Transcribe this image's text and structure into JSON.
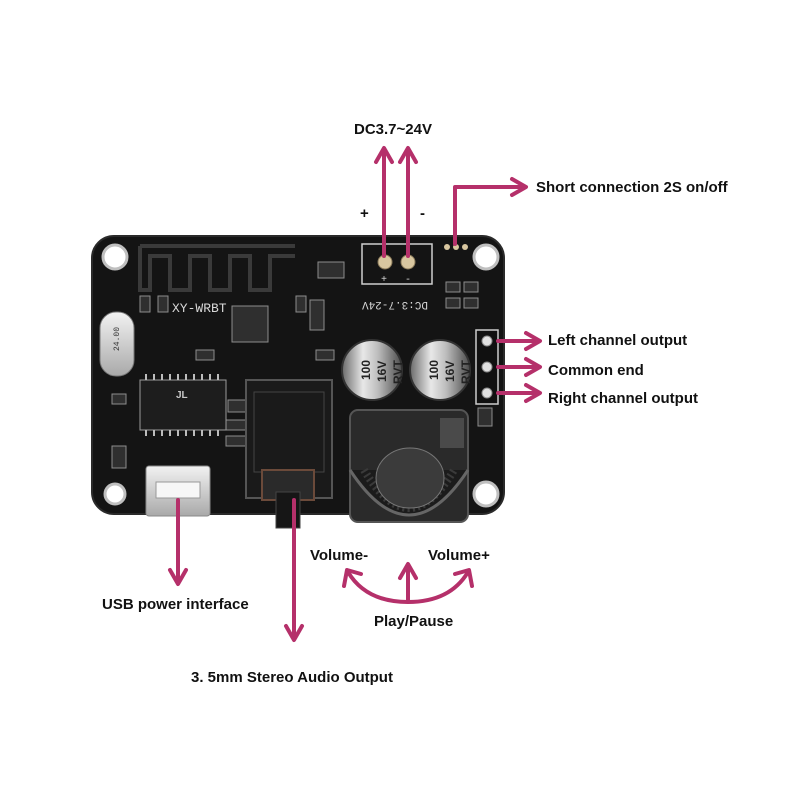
{
  "colors": {
    "arrow": "#b5306a",
    "board": "#141414",
    "board_edge": "#2a2a2a",
    "silkscreen": "#d8d8d8"
  },
  "board": {
    "model_text": "XY-WRBT",
    "dc_silk_text": "DC:3.7-24V",
    "plus_silk": "+",
    "minus_silk": "-",
    "capacitor_text": [
      "100",
      "16V",
      "RVT"
    ],
    "crystal_text": "24.00",
    "chip_logo": "JL"
  },
  "labels": {
    "dc_input": "DC3.7~24V",
    "plus": "+",
    "minus": "-",
    "short_connection": "Short connection 2S on/off",
    "left_channel": "Left channel output",
    "common_end": "Common end",
    "right_channel": "Right channel output",
    "usb_power": "USB power interface",
    "audio_output": "3. 5mm Stereo Audio Output",
    "volume_minus": "Volume-",
    "volume_plus": "Volume+",
    "play_pause": "Play/Pause"
  }
}
